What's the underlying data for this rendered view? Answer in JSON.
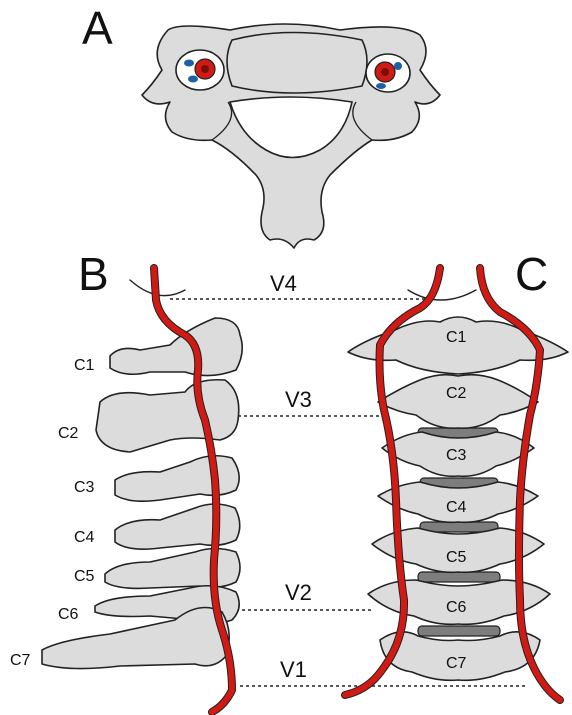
{
  "panels": {
    "a": "A",
    "b": "B",
    "c": "C"
  },
  "segments": {
    "v1": "V1",
    "v2": "V2",
    "v3": "V3",
    "v4": "V4"
  },
  "lateral_vertebrae": [
    "C1",
    "C2",
    "C3",
    "C4",
    "C5",
    "C6",
    "C7"
  ],
  "anterior_vertebrae": [
    "C1",
    "C2",
    "C3",
    "C4",
    "C5",
    "C6",
    "C7"
  ],
  "colors": {
    "artery": "#d11a14",
    "vein": "#1f5fa8",
    "bone": "#dcdcdc",
    "disc": "#7d7d7d"
  }
}
